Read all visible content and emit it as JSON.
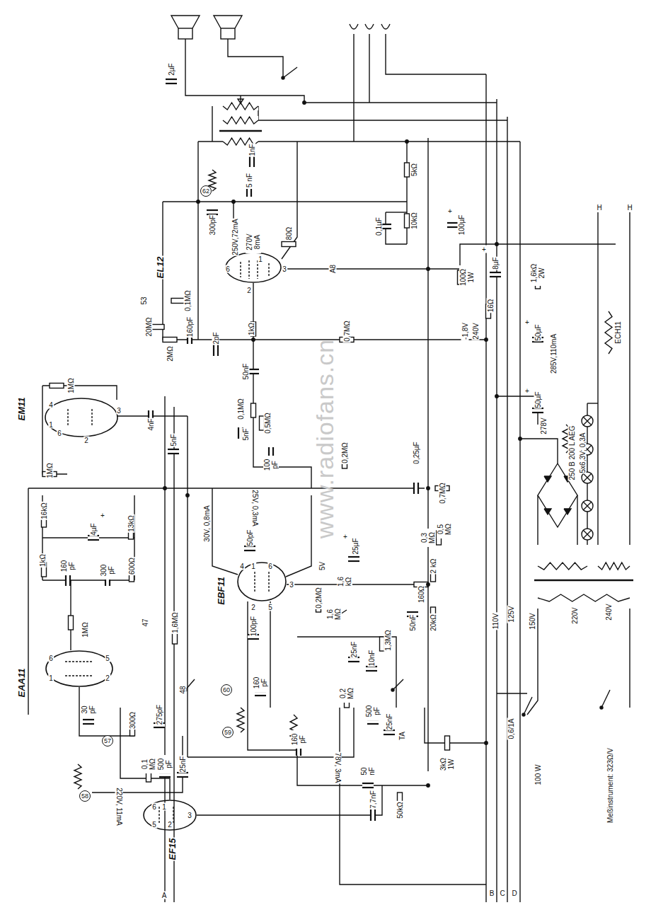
{
  "diagram": {
    "nodes": [
      {
        "text": [
          "EL12"
        ]
      },
      {
        "text": [
          "EM11"
        ]
      },
      {
        "text": [
          "EBF11"
        ]
      },
      {
        "text": [
          "EAA11"
        ]
      },
      {
        "text": [
          "EF15"
        ]
      }
    ],
    "labels": [
      "2µF",
      "1nF",
      "5 nF",
      "62",
      "5kΩ",
      "10kΩ",
      "0,1µF",
      "+",
      "100µF",
      "80Ω",
      "270V 8mA",
      "250V,72mA",
      "300pF",
      "6",
      "1",
      "2",
      "3",
      "A8",
      "100Ω 1W",
      "+",
      "8µF",
      "1,6kΩ 2W",
      "0,1MΩ",
      "53",
      "20MΩ",
      "160pF",
      "2MΩ",
      "2pF",
      "1kΩ",
      "0,7MΩ",
      "16Ω",
      "-1,8V",
      "240V",
      "+",
      "50µF",
      "285V,110mA",
      "ECH11",
      "H",
      "H",
      "50nF",
      "0,1MΩ",
      "5nF",
      "0,5MΩ",
      "100 pF",
      "0,2MΩ",
      "0,25µF",
      "+",
      "50µF",
      "278V",
      "250 B 200 L AEG",
      "5x6,3V; 0,3A",
      "4",
      "1",
      "6",
      "2",
      "3",
      "1MΩ",
      "1MΩ",
      "4nF",
      "5nF",
      "0,7MΩ",
      "25V, 0,3mA",
      "16kΩ",
      "+",
      "4µF",
      "13kΩ",
      "1kΩ",
      "160 pF",
      "300 pF",
      "600Ω",
      "30V, 0,8mA",
      "50pF",
      "0,5 MΩ",
      "0,3 MΩ",
      "+",
      "25µF",
      "4",
      "1",
      "6",
      "3",
      "2",
      "5",
      "5V",
      "100pF",
      "0,2MΩ",
      "1,6 kΩ",
      "1,6 MΩ",
      "160Ω",
      "2 kΩ",
      "1MΩ",
      "47",
      "1,6MΩ",
      "50nF",
      "20kΩ",
      "25nF",
      "10nF",
      "1,3MΩ",
      "110V",
      "125V",
      "150V",
      "220V",
      "240V",
      "1",
      "6",
      "5",
      "2",
      "48",
      "160 pF",
      "60",
      "0,2 MΩ",
      "30 pF",
      "300Ω",
      "275pF",
      "500 pF",
      "25nF",
      "TA",
      "0,6/1A",
      "57",
      "0,1 MΩ",
      "500 pF",
      "25nF",
      "59",
      "160 pF",
      "78V, 3mA",
      "50 nF",
      "3kΩ 1W",
      "7,7nF",
      "50kΩ",
      "58",
      "220V, 11mA",
      "6",
      "1",
      "5",
      "2",
      "3",
      "100 W",
      "Meßinstrument: 323Ω/V",
      "A",
      "B",
      "C",
      "D",
      "www.radiofans.cn"
    ]
  }
}
